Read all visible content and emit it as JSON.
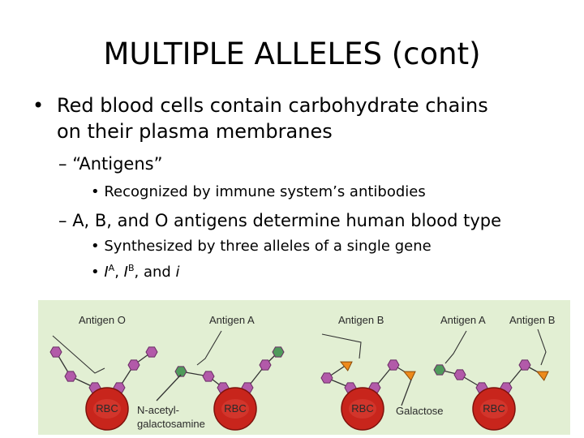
{
  "slide": {
    "title": "MULTIPLE ALLELES (cont)",
    "bullet": "•",
    "dash": "–",
    "point1_line1": "Red blood cells contain carbohydrate chains",
    "point1_line2": "on their plasma membranes",
    "sub1": "“Antigens”",
    "sub1_detail": "Recognized by immune system’s antibodies",
    "sub2": "A, B, and O antigens determine human blood type",
    "sub2_detail1": "Synthesized by three alleles of a single gene",
    "alleles": {
      "a_base": "I",
      "a_sup": "A",
      "sep1": ", ",
      "b_base": "I",
      "b_sup": "B",
      "sep2": ", and ",
      "i": "i"
    }
  },
  "figure": {
    "labels": {
      "antigen_o": "Antigen O",
      "antigen_a1": "Antigen A",
      "antigen_b1": "Antigen B",
      "antigen_a2": "Antigen A",
      "antigen_b2": "Antigen B",
      "nacetyl1": "N-acetyl-",
      "nacetyl2": "galactosamine",
      "galactose": "Galactose",
      "rbc": "RBC"
    },
    "colors": {
      "background": "#e2efd3",
      "sugar_purple": "#b25aa9",
      "n_acetylgalactosamine": "#4f9a5b",
      "galactose": "#ed8a1c",
      "rbc": "#c8251c"
    }
  }
}
